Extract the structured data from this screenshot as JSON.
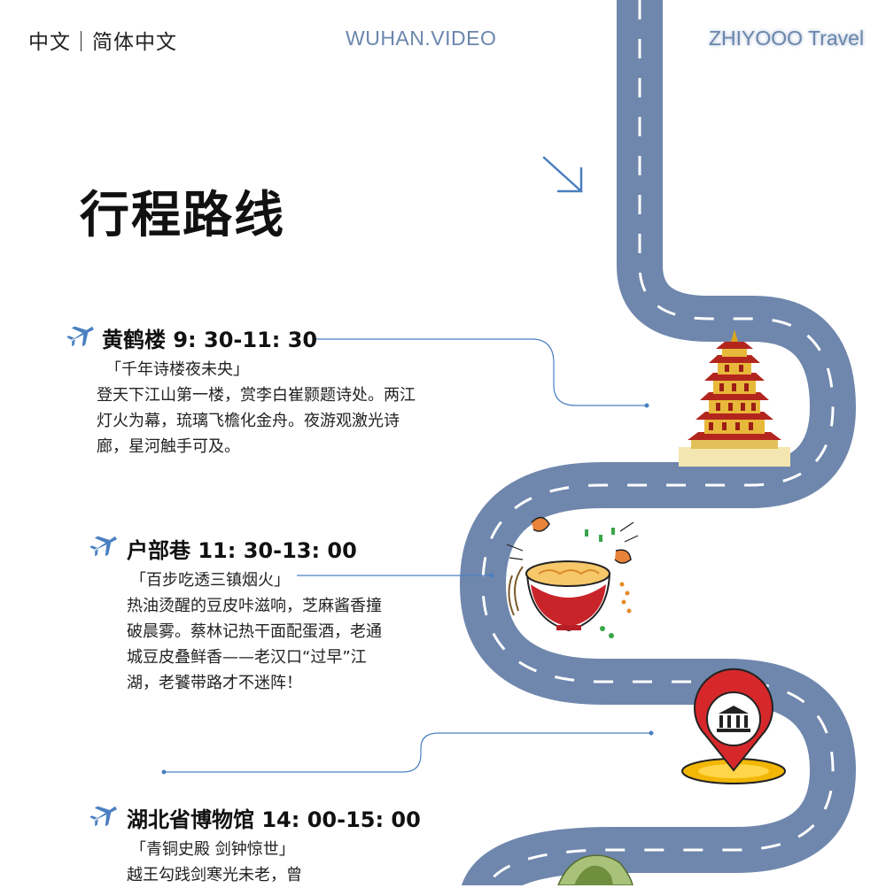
{
  "header": {
    "language_label": "中文｜简体中文",
    "site_label": "WUHAN.VIDEO",
    "brand_label": "ZHIYOOO Travel"
  },
  "page_title": "行程路线",
  "stops": [
    {
      "title": "黄鹤楼 9: 30-11: 30",
      "quote": "「千年诗楼夜未央」",
      "lines": [
        "登天下江山第一楼，赏李白崔颢题诗处。两江",
        "灯火为幕，琉璃飞檐化金舟。夜游观激光诗",
        "廊，星河触手可及。"
      ]
    },
    {
      "title": "户部巷 11: 30-13: 00",
      "quote": "「百步吃透三镇烟火」",
      "lines": [
        "热油烫醒的豆皮咔滋响，芝麻酱香撞",
        "破晨雾。蔡林记热干面配蛋酒，老通",
        "城豆皮叠鲜香——老汉口“过早”江",
        "湖，老饕带路才不迷阵！"
      ]
    },
    {
      "title": "湖北省博物馆 14: 00-15: 00",
      "quote": "「青铜史殿 剑钟惊世」",
      "lines": [
        "越王勾践剑寒光未老，曾"
      ]
    }
  ],
  "colors": {
    "road": "#6f87ad",
    "road_edge": "#ffffff",
    "accent_blue": "#4a7fc1",
    "pin_red": "#d6282b",
    "pin_gold": "#f2b705"
  },
  "icons": [
    "plane-icon",
    "arrow-down-right-icon",
    "yellow-crane-tower-icon",
    "noodle-bowl-icon",
    "museum-pin-icon",
    "pagoda-leaf-icon"
  ]
}
